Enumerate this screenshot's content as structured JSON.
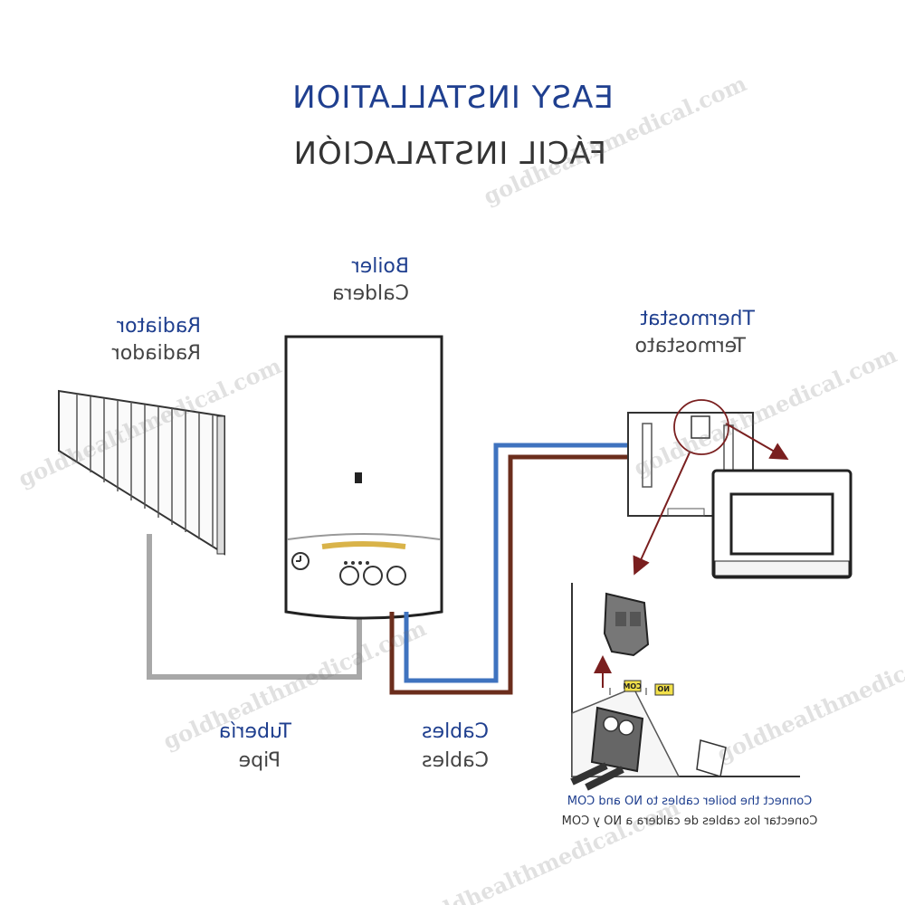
{
  "title": {
    "english": "EASY INSTALLATION",
    "spanish": "FÁCIL INSTALACIÓN"
  },
  "labels": {
    "boiler": {
      "english": "Boiler",
      "spanish": "Caldera"
    },
    "radiator": {
      "english": "Radiator",
      "spanish": "Radiador"
    },
    "thermostat": {
      "english": "Thermostat",
      "spanish": "Termostato"
    },
    "pipe": {
      "english": "Tubería",
      "spanish": "Pipe"
    },
    "cables": {
      "english": "Cables",
      "spanish": "Cables"
    }
  },
  "terminals": {
    "com": "COM",
    "no": "NO"
  },
  "note": {
    "english": "Connect the boiler cables to NO and COM",
    "spanish": "Conectar los cables de caldera a NO y COM"
  },
  "watermark": "goldhealthmedical.com",
  "colors": {
    "title_blue": "#1f3f8f",
    "cable_blue": "#3f73bf",
    "cable_brown": "#6b2d1c",
    "pipe_gray": "#a8a8a8",
    "connector_red": "#7a1f1f",
    "terminal_yellow": "#f2e04a"
  }
}
